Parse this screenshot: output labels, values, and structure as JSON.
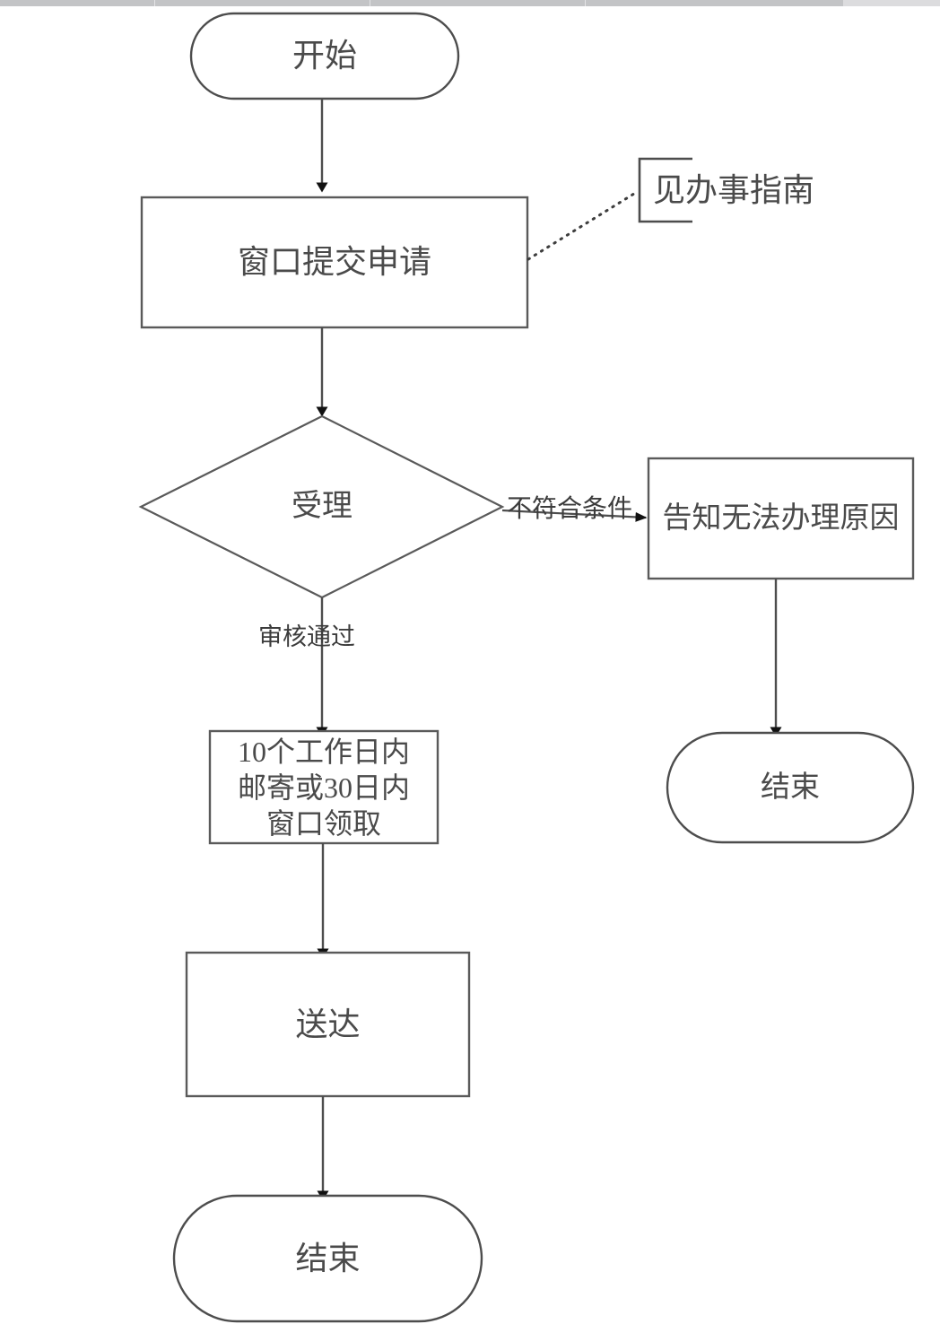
{
  "document": {
    "type": "flowchart",
    "language": "zh-CN",
    "background_color": "#ffffff",
    "stroke_color": "#555555",
    "text_color": "#4a4a4a"
  },
  "topbar": {
    "color": "#c3c4c6",
    "right_segment_color": "#dcdcde"
  },
  "flowchart": {
    "nodes": {
      "start": {
        "label": "开始",
        "shape": "stadium"
      },
      "submit": {
        "label": "窗口提交申请",
        "shape": "rectangle"
      },
      "note": {
        "label": "见办事指南",
        "shape": "bracket-comment"
      },
      "decision": {
        "label": "受理",
        "shape": "diamond"
      },
      "reject": {
        "label": "告知无法办理原因",
        "shape": "rectangle"
      },
      "end_right": {
        "label": "结束",
        "shape": "stadium"
      },
      "deliver_window": {
        "label": "10个工作日内\n邮寄或30日内\n窗口领取",
        "shape": "rectangle"
      },
      "served": {
        "label": "送达",
        "shape": "rectangle"
      },
      "end_bottom": {
        "label": "结束",
        "shape": "stadium"
      }
    },
    "edges": [
      {
        "from": "start",
        "to": "submit",
        "label": "",
        "style": "solid-arrow"
      },
      {
        "from": "submit",
        "to": "note",
        "label": "",
        "style": "dotted"
      },
      {
        "from": "submit",
        "to": "decision",
        "label": "",
        "style": "solid-arrow"
      },
      {
        "from": "decision",
        "to": "reject",
        "label": "不符合条件",
        "style": "solid-arrow"
      },
      {
        "from": "reject",
        "to": "end_right",
        "label": "",
        "style": "solid-arrow"
      },
      {
        "from": "decision",
        "to": "deliver_window",
        "label": "审核通过",
        "style": "solid-arrow"
      },
      {
        "from": "deliver_window",
        "to": "served",
        "label": "",
        "style": "solid-arrow"
      },
      {
        "from": "served",
        "to": "end_bottom",
        "label": "",
        "style": "solid-arrow"
      }
    ],
    "edge_labels": {
      "not_qualified": "不符合条件",
      "approved": "审核通过"
    }
  }
}
